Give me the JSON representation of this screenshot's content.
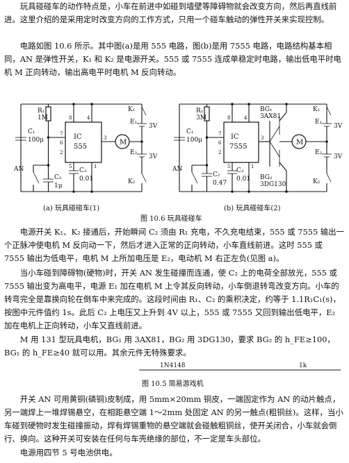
{
  "paragraphs": {
    "p1": "玩具碰碰车的动作特点是，小车在前进中如碰到墙壁等障碍物就会改变方向，然后再直线前进。这里介绍的是采用定时改变方向的工作方式，只用一个碰车触动的弹性开关来实现控制。",
    "p2": "电路如图 10.6 所示。其中图(a)是用 555 电路，图(b)是用 7555 电路，电路结构基本相同，AN 是弹性开关，K₁ 和 K₂ 是电源开关。555 或 7555 连成单稳定时电路，输出低电平时电机 M 正向转动，输出高电平时电机 M 反向转动。",
    "p3": "电源开关 K₁、K₂ 接通后，开始瞬间 C₂ 须由 R₁ 充电，不久充电结束，555 或 7555 输出一个正脉冲使电机 M 反向动一下，然后才进入正常的正向转动，小车直线前进。这时 555 或 7555 输出为低电平，电机 M 上所加电压是 E₂，电动机 M 右正左负(见图 a)。",
    "p4": "当小车碰到障碍物(硬物)时，开关 AN 发生碰撞而连通，使 C₂ 上的电荷全部放光，555 或 7555 输出变为高电平，电源 E₁ 加在电机 M 上令其反向转动，小车倒退转弯改变方向。小车的转弯完全是靠换向轮在倒车中来完成的。这段时间由 R₁、C₂ 的乘积决定，约等于 1.1R₁C₁(s)，按图中元件值约 1s。此后 C₂ 上电压又上升到 4V 以上，555 或 7555 又回到输出低电平，E₂ 加在电机上正向转动，小车又直线前进。",
    "p5": "M 用 131 型玩具电机，BG₁ 用 3AX81，BG₂ 用 3DG130，要求 BG₂ 的 h_FE≥100，BG₁ 的 h_FE≥40 就可以用。其余元件无特殊要求。",
    "p6": "开关 AN 可用黄铜(磷铜)皮制成，用 5mm×20mm 铜皮，一端固定作为 AN 的动片触点，另一端焊上一堆焊锡悬空，在相距悬空端 1～2mm 处固定 AN 的另一触点(粗铜丝)。这样，当小车碰到硬物时发生碰撞振动，焊有焊锡重物的悬空端就会碰触粗铜丝，使开关闭合，小车就会倒行、换向。这种开关可安装在任何与车壳绝缘的部位，不一定是车头部位。",
    "p7": "电源用四节 5 号电池供电。"
  },
  "figure_a": {
    "caption": "(a) 玩具碰碰车(1)",
    "ic_label": "IC",
    "ic_part": "555",
    "pins": [
      "8",
      "4",
      "3",
      "7",
      "6",
      "2",
      "5",
      "1"
    ],
    "r1": "R₁",
    "r1_value": "1M",
    "c1": "C₁",
    "c1_value": "100μ",
    "c2": "C₂",
    "c2_value": "1μ",
    "c3": "C₃",
    "c3_value": "0.01",
    "an": "AN",
    "motor": "M",
    "k1": "K₁",
    "k2": "K₂",
    "e1": "E₁",
    "e1_value": "3V",
    "e2": "E₂",
    "e2_value": "3V"
  },
  "figure_b": {
    "caption": "(b) 玩具碰碰车(2)",
    "ic_label": "IC",
    "ic_part": "7555",
    "pins": [
      "8",
      "4",
      "3",
      "7",
      "6",
      "2",
      "5",
      "1"
    ],
    "r1": "R₁",
    "r1_value": "3M",
    "c1": "C₁",
    "c1_value": "100μ",
    "c2": "C₂",
    "c2_value": "0.47",
    "c3": "C₃",
    "c3_value": "0.01",
    "an": "AN",
    "motor": "M",
    "bg1": "BG₁",
    "bg1_part": "3AX81",
    "bg2": "BG₂",
    "bg2_part": "3DG130",
    "k1": "K₁",
    "k2": "K₂",
    "e1": "E₁",
    "e1_value": "3V",
    "e2": "E₂",
    "e2_value": "3V"
  },
  "figure_106_caption": "图 10.6   玩具碰碰车",
  "figure_105": {
    "diode": "1N4148",
    "resistor": "1k",
    "caption": "图 10.5   简易游戏机"
  }
}
